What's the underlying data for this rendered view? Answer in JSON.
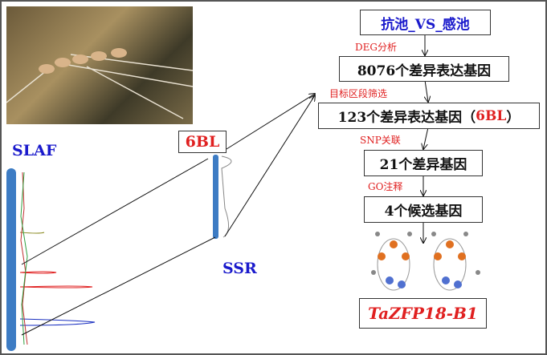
{
  "flow": {
    "top": "抗池_VS_感池",
    "step1_label": "DEG分析",
    "box1": "8076个差异表达基因",
    "step2_label": "目标区段筛选",
    "box2_prefix": "123个差异表达基因（",
    "box2_highlight": "6BL",
    "box2_suffix": "）",
    "step3_label": "SNP关联",
    "box3": "21个差异基因",
    "step4_label": "GO注释",
    "box4": "4个候选基因",
    "result": "TaZFP18-B1"
  },
  "left": {
    "slaf": "SLAF",
    "ssr": "SSR",
    "region": "6BL"
  },
  "colors": {
    "blue": "#1a1acc",
    "red": "#e02020",
    "chrom": "#3d7cc4"
  }
}
